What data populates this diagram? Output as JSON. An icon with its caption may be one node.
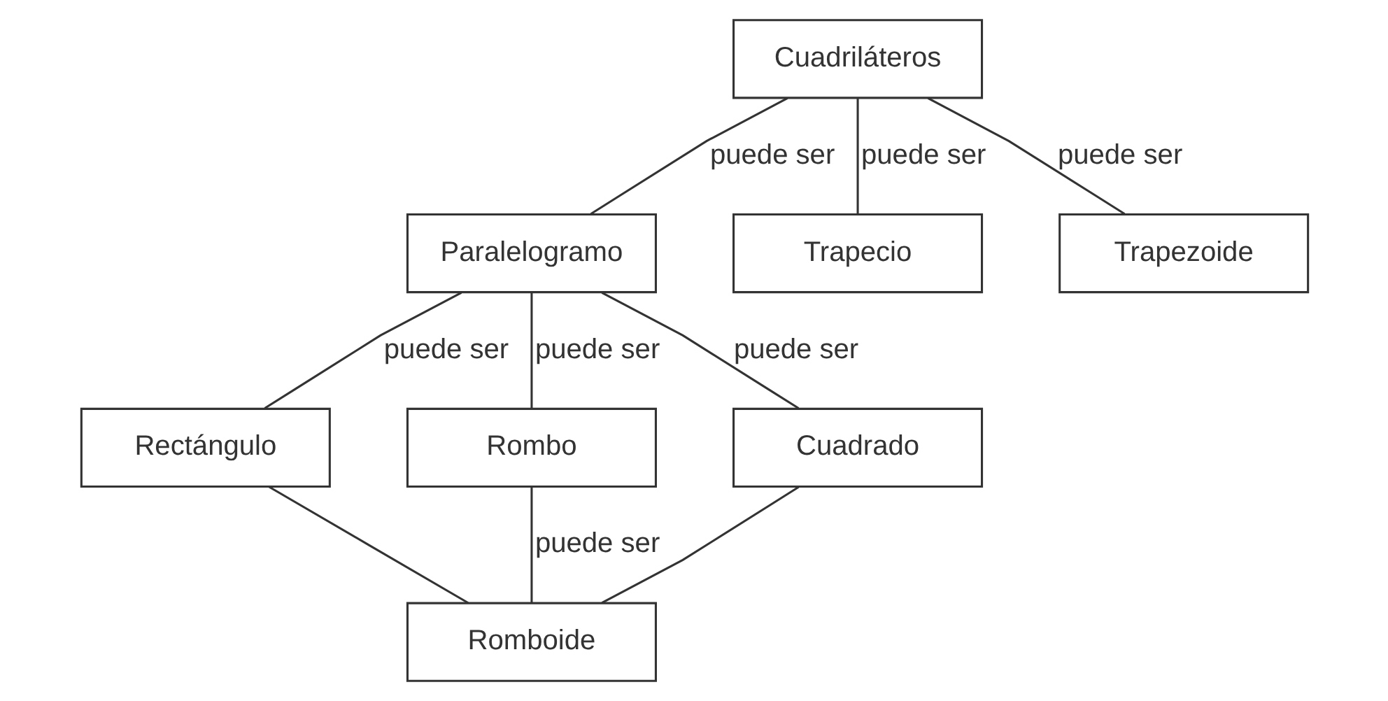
{
  "diagram": {
    "nodes": [
      {
        "text": [
          "Cuadriláteros"
        ]
      },
      {
        "text": [
          "Paralelogramo"
        ]
      },
      {
        "text": [
          "Trapecio"
        ]
      },
      {
        "text": [
          "Trapezoide"
        ]
      },
      {
        "text": [
          "Rectángulo"
        ]
      },
      {
        "text": [
          "Rombo"
        ]
      },
      {
        "text": [
          "Cuadrado"
        ]
      },
      {
        "text": [
          "Romboide"
        ]
      }
    ],
    "edges": [
      {
        "from": 0,
        "to": 1,
        "arrow": "none",
        "label": "puede ser"
      },
      {
        "from": 0,
        "to": 2,
        "arrow": "none",
        "label": "puede ser"
      },
      {
        "from": 0,
        "to": 3,
        "arrow": "none",
        "label": "puede ser"
      },
      {
        "from": 1,
        "to": 4,
        "arrow": "none",
        "label": "puede ser"
      },
      {
        "from": 1,
        "to": 5,
        "arrow": "none",
        "label": "puede ser"
      },
      {
        "from": 1,
        "to": 6,
        "arrow": "none",
        "label": "puede ser"
      },
      {
        "from": 4,
        "to": 7,
        "arrow": "none"
      },
      {
        "from": 5,
        "to": 7,
        "arrow": "none",
        "label": "puede ser"
      },
      {
        "from": 6,
        "to": 7,
        "arrow": "none"
      }
    ]
  }
}
